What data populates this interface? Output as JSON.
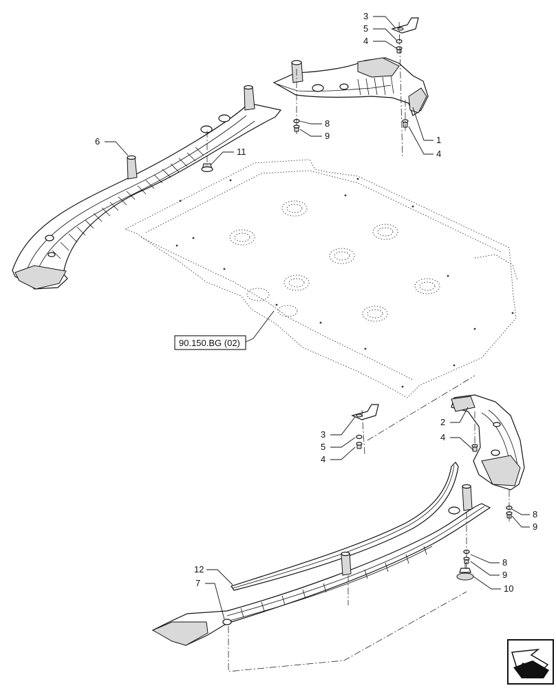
{
  "diagram": {
    "reference_label": "90.150.BG (02)",
    "callouts": {
      "c3_top": "3",
      "c5_top": "5",
      "c4_top": "4",
      "c8_top": "8",
      "c9_top": "9",
      "c1": "1",
      "c4_right": "4",
      "c6": "6",
      "c11": "11",
      "c2": "2",
      "c4_mid": "4",
      "c3_mid": "3",
      "c5_mid": "5",
      "c4_mid2": "4",
      "c8_r1": "8",
      "c9_r1": "9",
      "c8_r2": "8",
      "c9_r2": "9",
      "c10": "10",
      "c12": "12",
      "c7": "7"
    },
    "nav_icon": "previous-page-arrow-icon"
  }
}
